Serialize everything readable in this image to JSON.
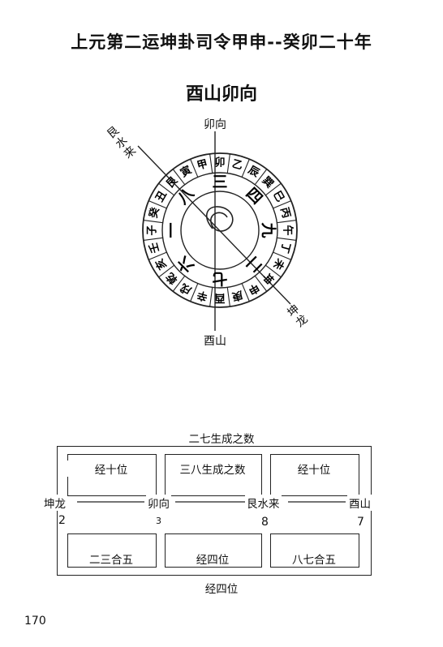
{
  "header": {
    "title": "上元第二运坤卦司令甲申--癸卯二十年",
    "subtitle": "酉山卯向"
  },
  "compass": {
    "label_top": "卯向",
    "label_bottom": "酉山",
    "label_upper_left": "艮水来",
    "label_lower_right": "坤龙",
    "mountains": [
      "卯",
      "乙",
      "辰",
      "巽",
      "巳",
      "丙",
      "午",
      "丁",
      "未",
      "坤",
      "申",
      "庚",
      "酉",
      "辛",
      "戌",
      "乾",
      "亥",
      "壬",
      "子",
      "癸",
      "丑",
      "艮",
      "寅",
      "甲"
    ],
    "stars": [
      {
        "text": "三",
        "angle": 0
      },
      {
        "text": "四",
        "angle": 45
      },
      {
        "text": "九",
        "angle": 90
      },
      {
        "text": "二",
        "angle": 135
      },
      {
        "text": "七",
        "angle": 180
      },
      {
        "text": "六",
        "angle": 225
      },
      {
        "text": "一",
        "angle": 270
      },
      {
        "text": "八",
        "angle": 315
      }
    ]
  },
  "diagram": {
    "top_label": "二七生成之数",
    "bottom_label": "经四位",
    "upper_boxes": [
      "经十位",
      "三八生成之数",
      "经十位"
    ],
    "lower_boxes": [
      "二三合五",
      "经四位",
      "八七合五"
    ],
    "line_labels": [
      "坤龙",
      "卯向",
      "艮水来",
      "酉山"
    ],
    "numbers": [
      "2",
      "3",
      "8",
      "7"
    ]
  },
  "page_number": "170"
}
